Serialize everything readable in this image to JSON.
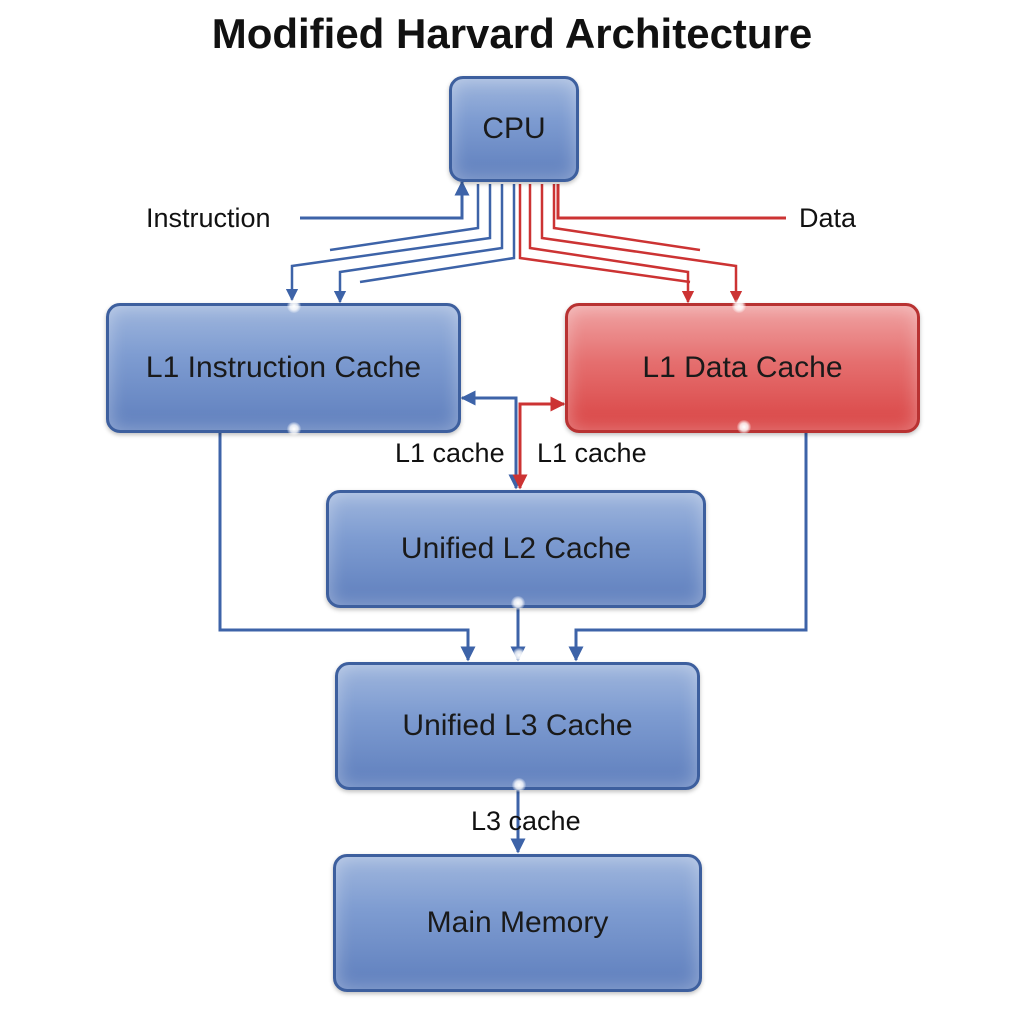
{
  "title": "Modified Harvard Architecture",
  "nodes": {
    "cpu": "CPU",
    "l1_instruction": "L1 Instruction Cache",
    "l1_data": "L1 Data Cache",
    "l2": "Unified L2 Cache",
    "l3": "Unified L3 Cache",
    "memory": "Main Memory"
  },
  "labels": {
    "instruction": "Instruction",
    "data": "Data",
    "l1_cache_left": "L1 cache",
    "l1_cache_right": "L1 cache",
    "l3_cache": "L3 cache"
  },
  "colors": {
    "instruction_path": "#3d63a8",
    "data_path": "#cc3333",
    "blue_box": "#6f8dc8",
    "red_box": "#e05555"
  }
}
